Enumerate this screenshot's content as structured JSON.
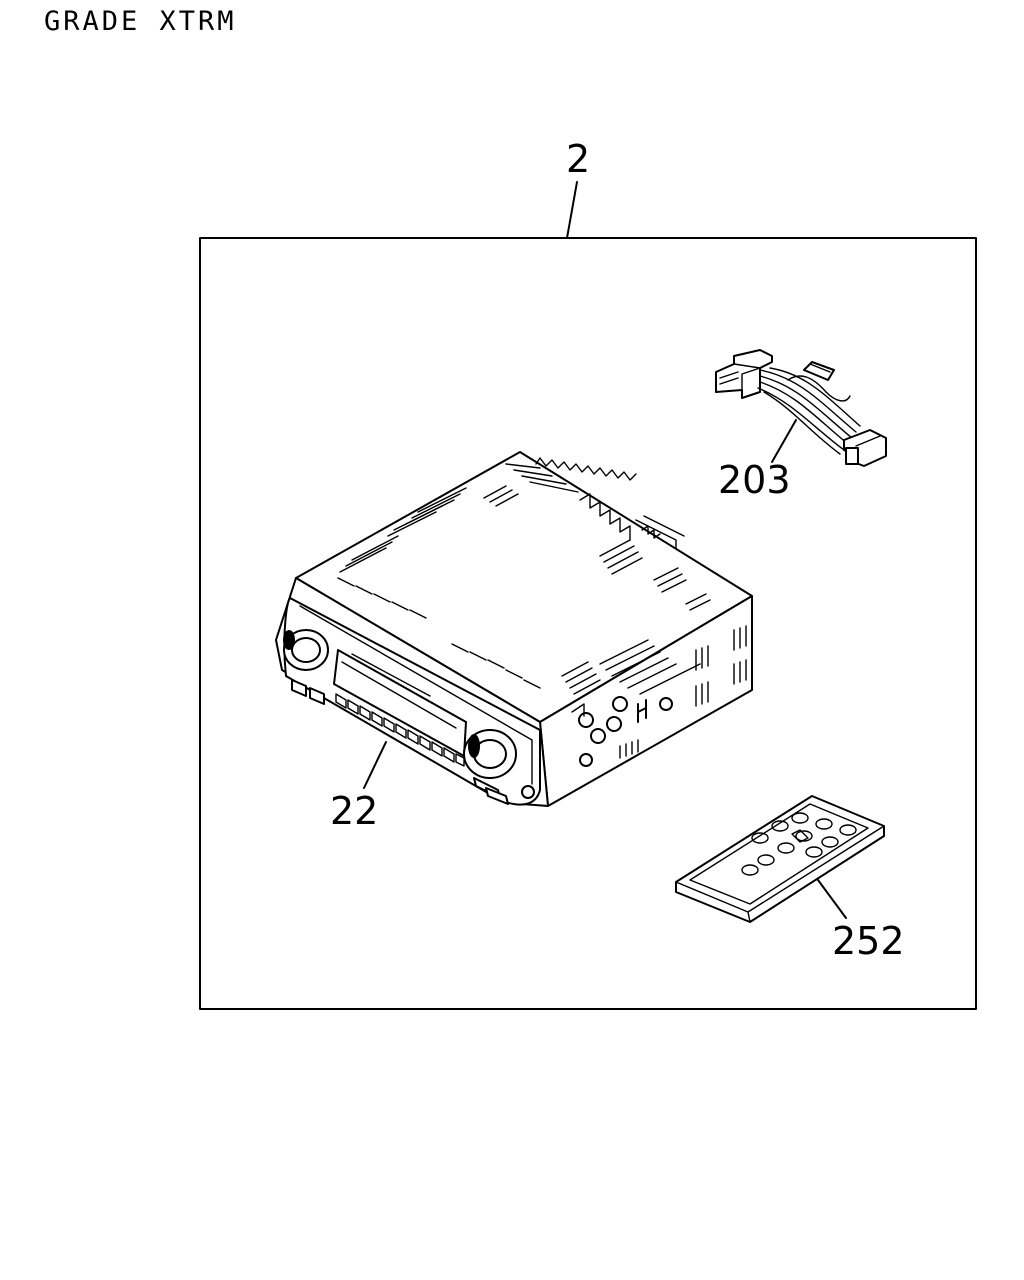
{
  "header": {
    "grade_label": "GRADE XTRM"
  },
  "callouts": {
    "assembly": "2",
    "harness": "203",
    "radio_unit": "22",
    "remote_control": "252"
  },
  "icons": {
    "radio_unit": "car-radio-head-unit-icon",
    "harness": "wiring-harness-connector-icon",
    "remote": "remote-control-icon"
  }
}
